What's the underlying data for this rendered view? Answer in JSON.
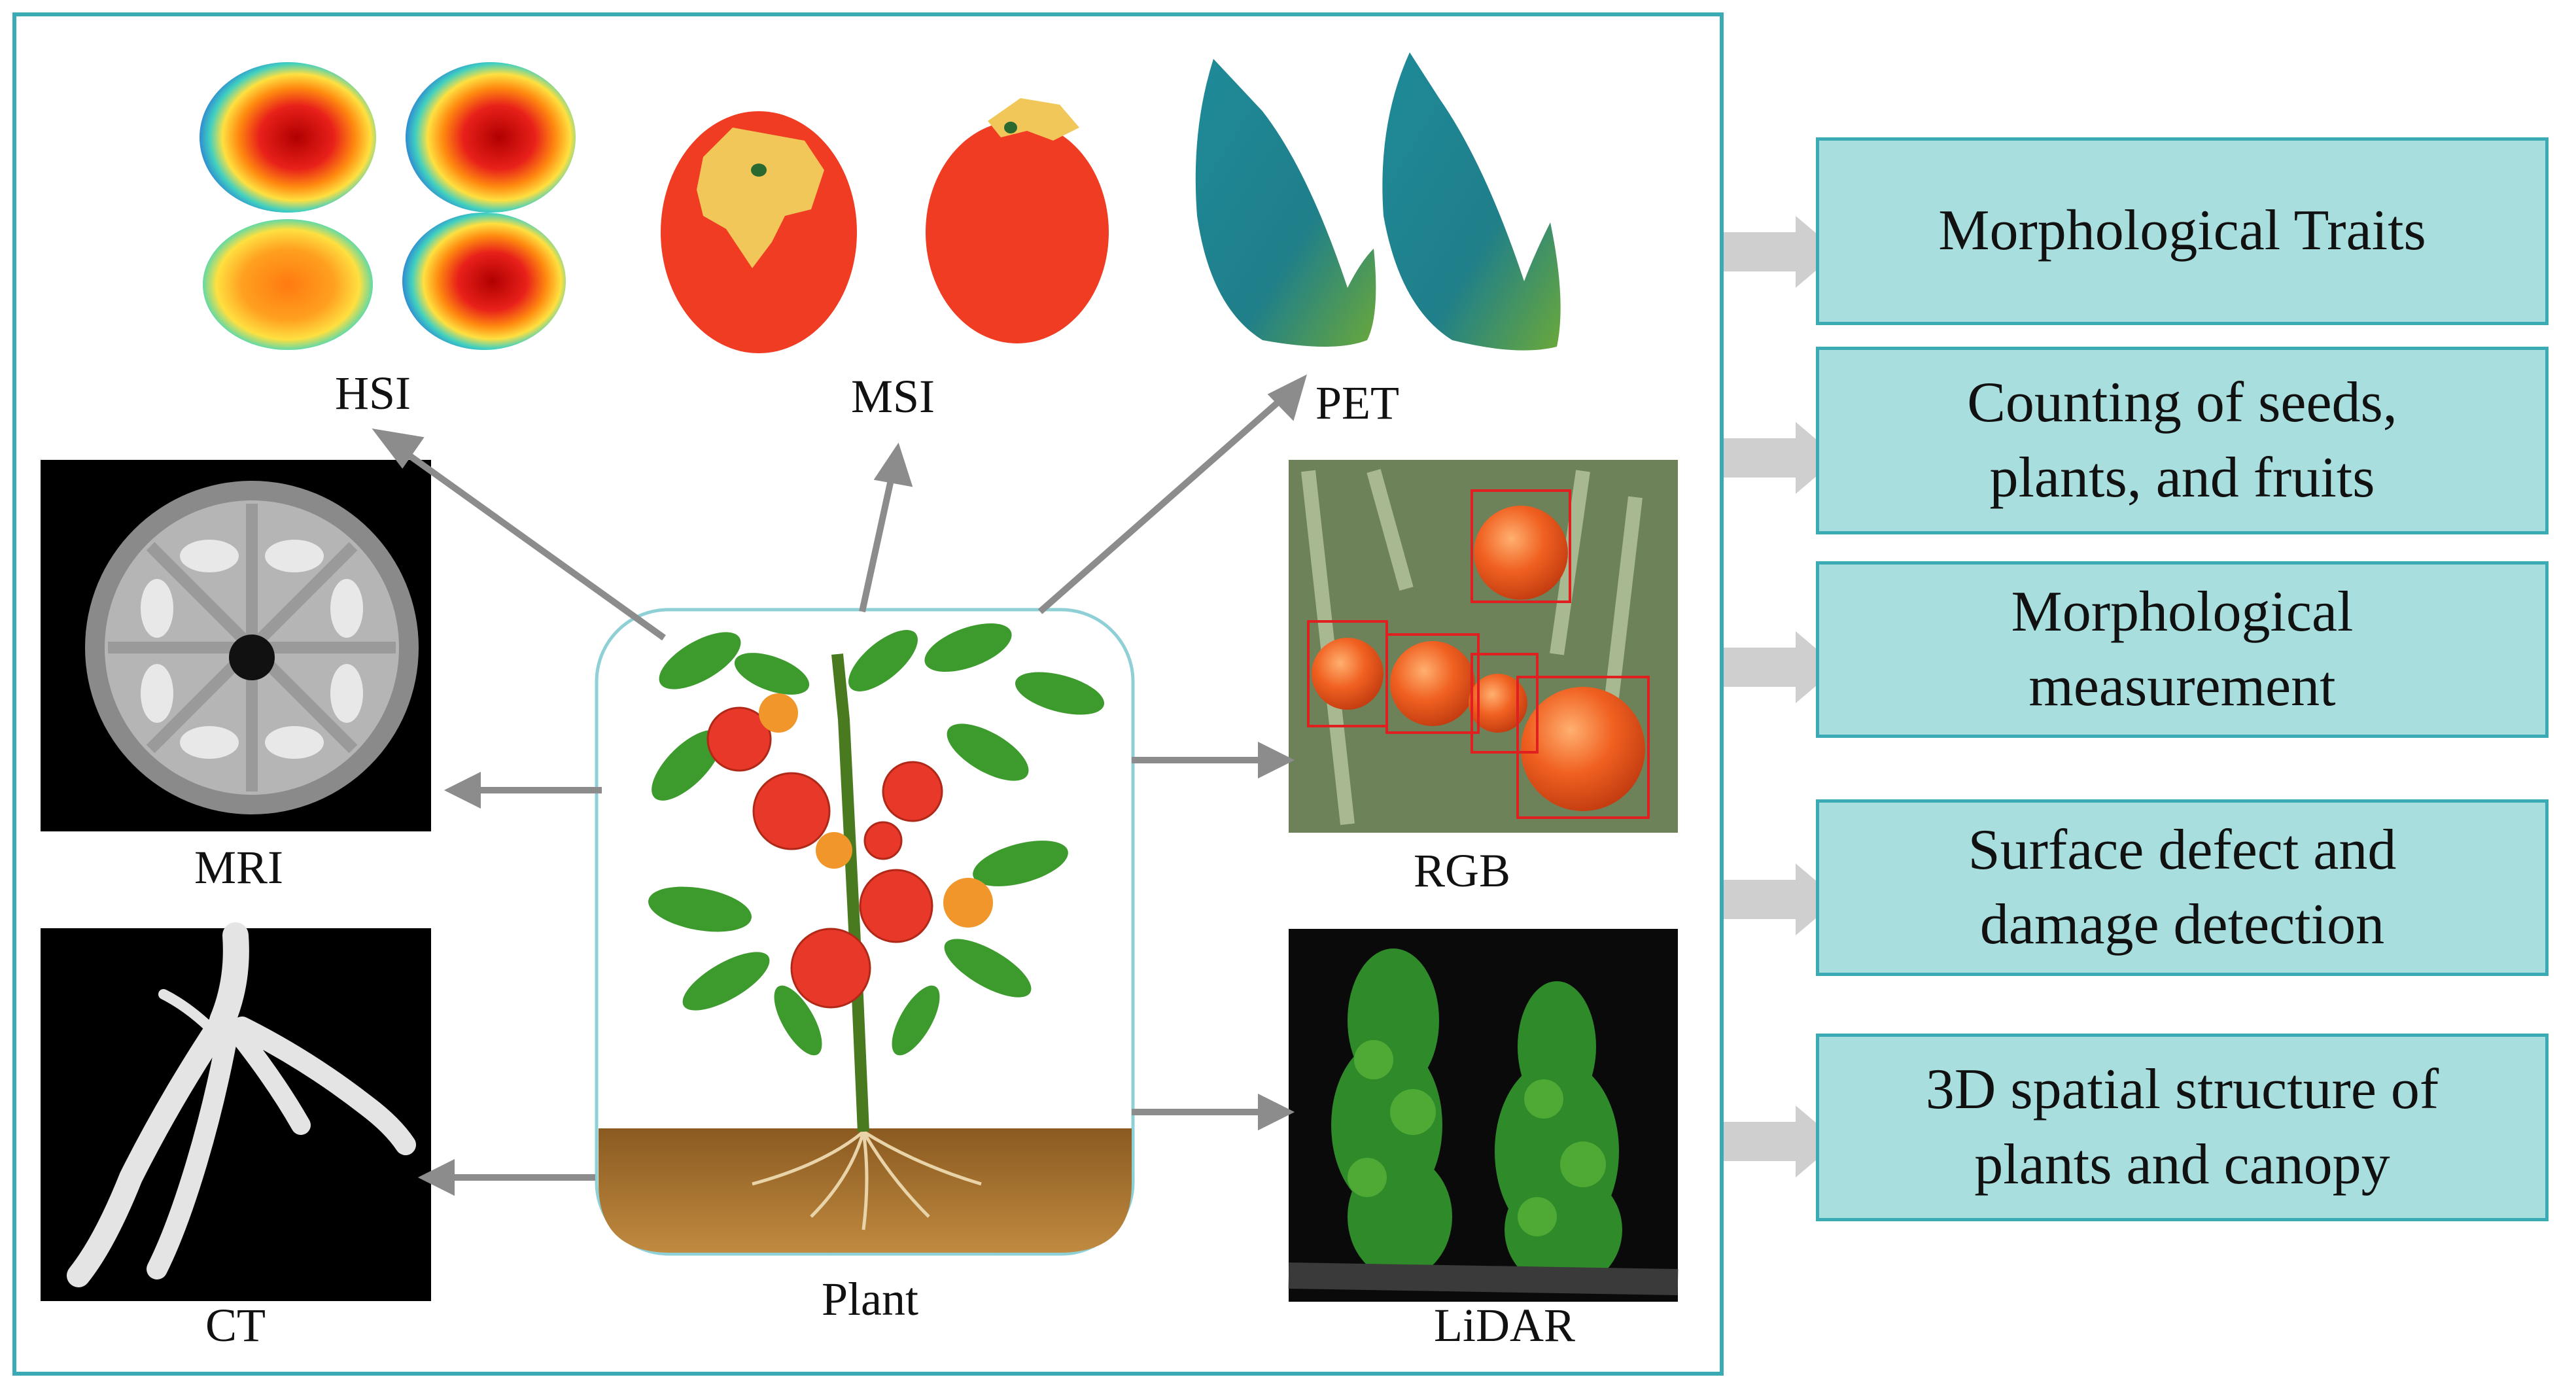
{
  "center": {
    "label": "Plant"
  },
  "sensors": {
    "hsi": "HSI",
    "msi": "MSI",
    "pet": "PET",
    "mri": "MRI",
    "rgb": "RGB",
    "ct": "CT",
    "lidar": "LiDAR"
  },
  "traits": [
    {
      "text": "Morphological Traits"
    },
    {
      "text": "Counting of seeds,\nplants, and fruits"
    },
    {
      "text": "Morphological\nmeasurement"
    },
    {
      "text": "Surface defect and\ndamage detection"
    },
    {
      "text": "3D spatial structure  of\nplants and canopy"
    }
  ],
  "colors": {
    "frame": "#3aaab4",
    "trait_fill": "#a8dedd",
    "arrow": "#8c8c8c",
    "trait_arrow": "#cfcfcf",
    "tomato": "#e8382a",
    "leaf": "#3d9a2d"
  }
}
